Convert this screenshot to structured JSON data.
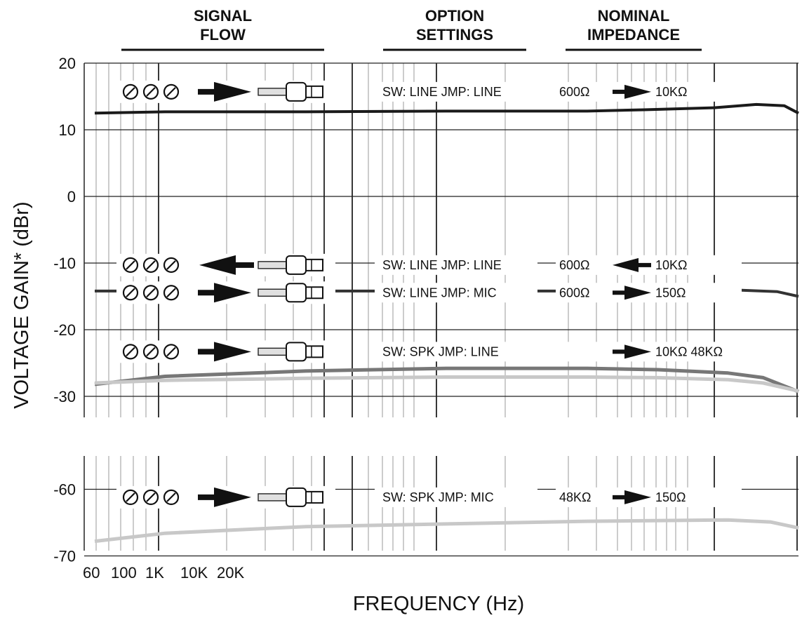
{
  "chart_data": {
    "type": "line",
    "title": "",
    "xlabel": "FREQUENCY (Hz)",
    "ylabel": "VOLTAGE GAIN* (dBr)",
    "x_tick_labels": [
      "60",
      "100",
      "1K",
      "10K",
      "20K"
    ],
    "y_ticks": [
      20,
      10,
      0,
      -10,
      -20,
      -30,
      -60,
      -70
    ],
    "y_axis_break": [
      -30,
      -60
    ],
    "grid": true,
    "column_headers": [
      {
        "line1": "SIGNAL",
        "line2": "FLOW"
      },
      {
        "line1": "OPTION",
        "line2": "SETTINGS"
      },
      {
        "line1": "NOMINAL",
        "line2": "IMPEDANCE"
      }
    ],
    "rows": [
      {
        "direction": "right",
        "settings": "SW: LINE  JMP: LINE",
        "impedance_from": "600Ω",
        "impedance_to": "10KΩ",
        "y_label": 15.7
      },
      {
        "direction": "left",
        "settings": "SW: LINE  JMP: LINE",
        "impedance_from": "600Ω",
        "impedance_to": "10KΩ",
        "y_label": -10.3
      },
      {
        "direction": "right",
        "settings": "SW: SPK  JMP: LINE",
        "impedance_from": "",
        "impedance_to": "10KΩ 48KΩ",
        "y_label": -23.3
      },
      {
        "direction": "right",
        "settings": "SW: LINE  JMP: MIC",
        "impedance_from": "600Ω",
        "impedance_to": "150Ω",
        "y_label": -30.5
      },
      {
        "direction": "right",
        "settings": "SW: SPK  JMP: MIC",
        "impedance_from": "48KΩ",
        "impedance_to": "150Ω",
        "y_label": -61.2
      }
    ],
    "series": [
      {
        "color": "#1a1a1a",
        "width": 4,
        "x": [
          0,
          0.1,
          0.3,
          0.5,
          0.7,
          0.78,
          0.88,
          0.94,
          0.98,
          1.0
        ],
        "values": [
          12.5,
          12.7,
          12.7,
          12.8,
          12.8,
          13.0,
          13.3,
          13.8,
          13.6,
          12.5
        ]
      },
      {
        "color": "#333333",
        "width": 4,
        "x": [
          0,
          0.2,
          0.5,
          0.7,
          0.9,
          0.97,
          1.0
        ],
        "values": [
          -14.2,
          -14.2,
          -14.2,
          -14.2,
          -14.0,
          -14.3,
          -15.0
        ]
      },
      {
        "color": "#777777",
        "width": 5,
        "x": [
          0,
          0.1,
          0.3,
          0.5,
          0.7,
          0.8,
          0.9,
          0.95,
          1.0
        ],
        "values": [
          -28.2,
          -27.0,
          -26.2,
          -25.8,
          -25.8,
          -26.0,
          -26.5,
          -27.2,
          -29.3
        ]
      },
      {
        "color": "#c8c8c8",
        "width": 5,
        "x": [
          0,
          0.1,
          0.3,
          0.5,
          0.7,
          0.8,
          0.9,
          0.95,
          1.0
        ],
        "values": [
          -28.0,
          -27.6,
          -27.3,
          -27.1,
          -27.1,
          -27.2,
          -27.5,
          -28.0,
          -29.2
        ]
      },
      {
        "color": "#c8c8c8",
        "width": 5,
        "x": [
          0,
          0.1,
          0.3,
          0.5,
          0.7,
          0.9,
          0.96,
          1.0
        ],
        "values": [
          -67.8,
          -66.6,
          -65.6,
          -65.2,
          -64.8,
          -64.6,
          -64.9,
          -65.8
        ]
      }
    ]
  }
}
